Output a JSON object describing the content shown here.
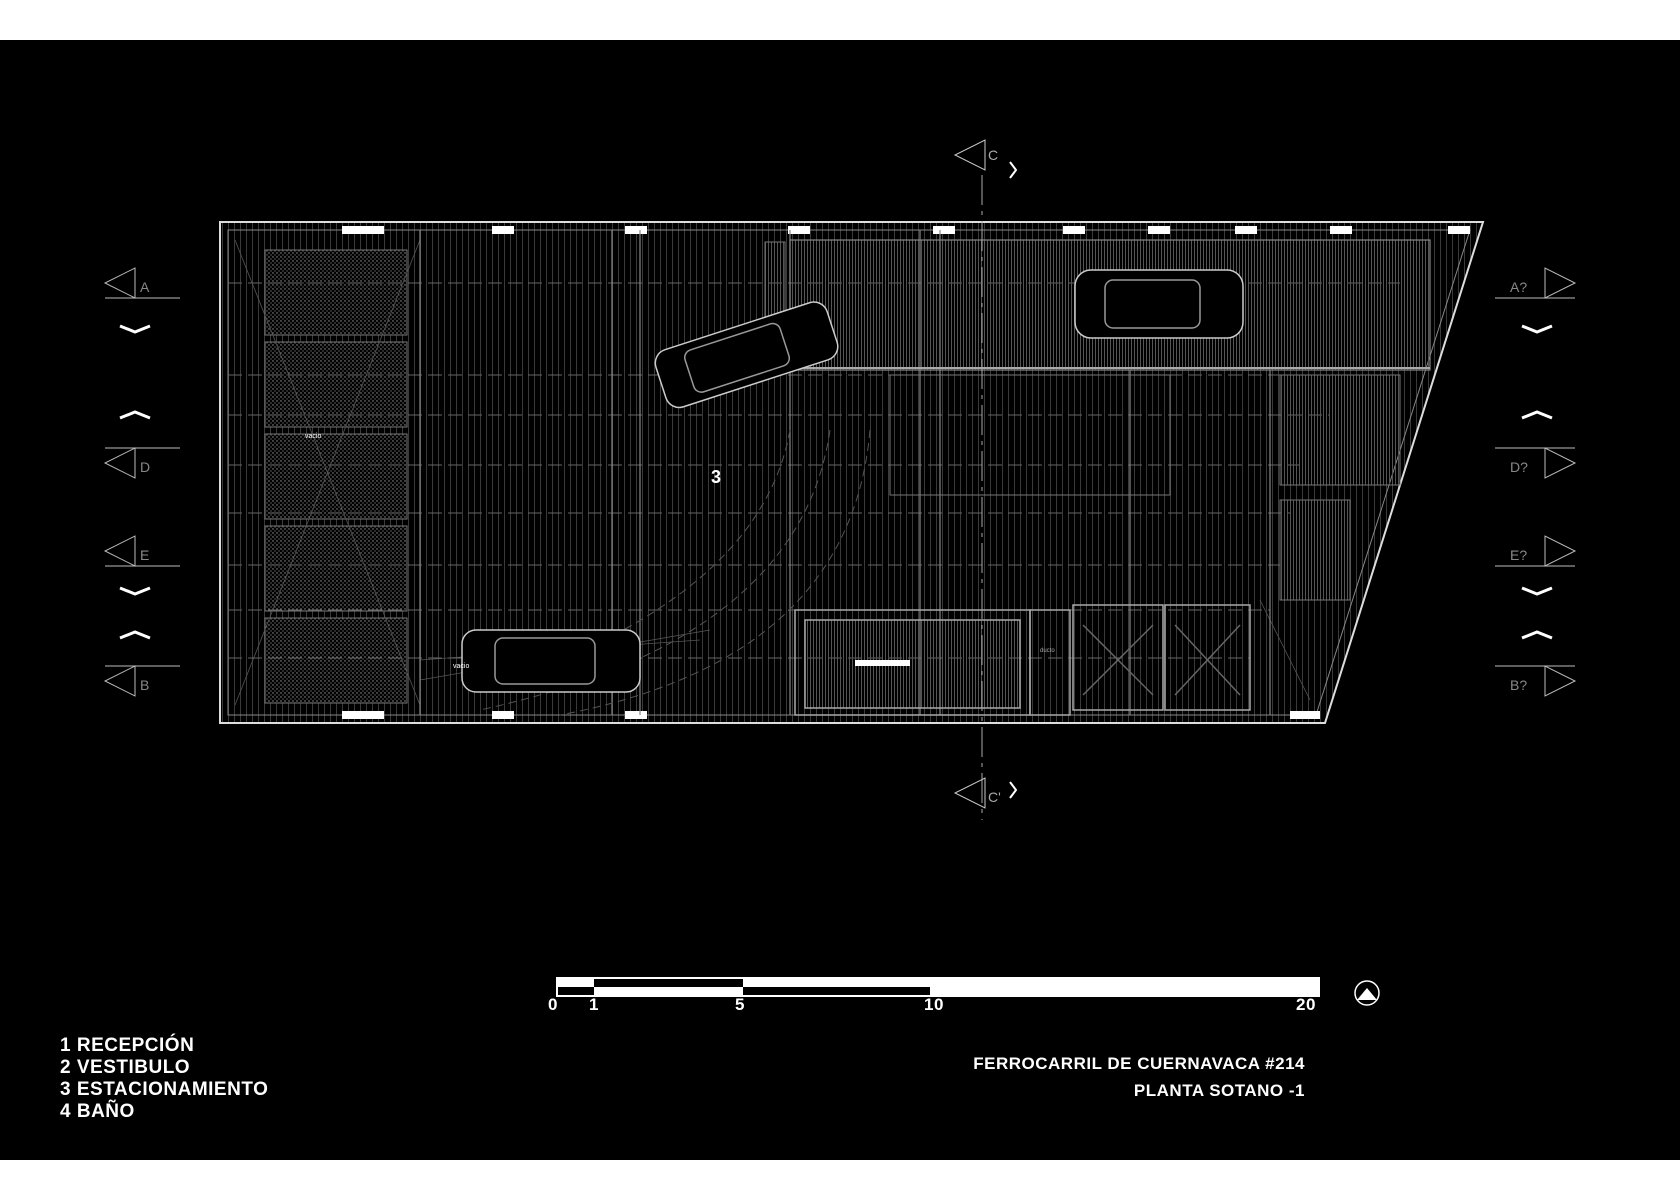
{
  "legend": {
    "items": [
      "1 RECEPCIÓN",
      "2 VESTIBULO",
      "3 ESTACIONAMIENTO",
      "4 BAÑO"
    ]
  },
  "title": {
    "project": "FERROCARRIL DE CUERNAVACA #214",
    "sheet": "PLANTA SOTANO  -1"
  },
  "scale_bar": {
    "ticks": [
      "0",
      "1",
      "5",
      "10",
      "20"
    ]
  },
  "plan": {
    "room_number": "3",
    "void_labels": [
      "vacio",
      "vacio"
    ],
    "duct_label": "ducto",
    "section_marks": {
      "left": [
        "A",
        "D",
        "E",
        "B"
      ],
      "right": [
        "A?",
        "D?",
        "E?",
        "B?"
      ],
      "top": "C",
      "bottom": "C'"
    }
  },
  "colors": {
    "background": "#000000",
    "ink": "#ffffff",
    "paper": "#ffffff"
  }
}
